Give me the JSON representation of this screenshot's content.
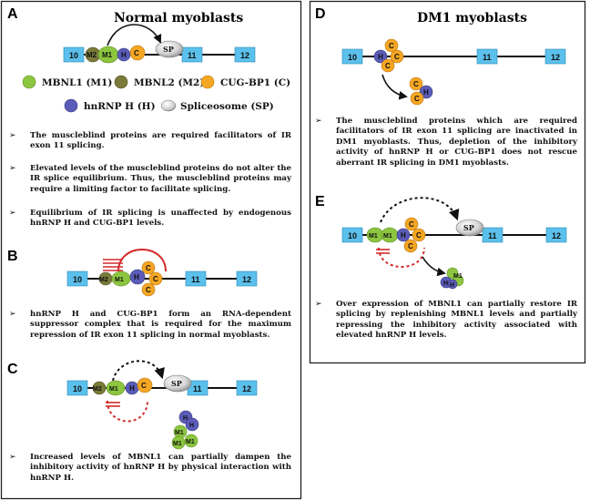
{
  "panels": {
    "A": {
      "letter": "A",
      "title": "Normal  myoblasts",
      "bullets": [
        "The muscleblind proteins are required facilitators of IR exon 11 splicing.",
        "Elevated levels of the muscleblind proteins do not alter the IR splice equilibrium. Thus, the muscleblind proteins may require a limiting factor to facilitate splicing.",
        "Equilibrium of IR splicing is unaffected by endogenous hnRNP H and CUG-BP1 levels."
      ]
    },
    "B": {
      "letter": "B",
      "bullets": [
        "hnRNP H and CUG-BP1 form an RNA-dependent suppressor complex that is required for the maximum repression of IR exon 11 splicing in normal myoblasts."
      ]
    },
    "C": {
      "letter": "C",
      "bullets": [
        "Increased levels of MBNL1 can partially dampen the inhibitory activity of hnRNP H by physical interaction with hnRNP H."
      ]
    },
    "D": {
      "letter": "D",
      "title": "DM1 myoblasts",
      "bullets": [
        "The muscleblind proteins which are required facilitators of IR exon 11 splicing are inactivated in DM1 myoblasts. Thus, depletion of the inhibitory activity of hnRNP H or CUG-BP1 does not rescue aberrant IR splicing in DM1 myoblasts."
      ]
    },
    "E": {
      "letter": "E",
      "bullets": [
        "Over expression of MBNL1 can partially restore IR splicing by replenishing MBNL1 levels and partially repressing the inhibitory activity associated with elevated hnRNP H levels."
      ]
    }
  },
  "bullet_symbol": "➢",
  "exons": [
    "10",
    "11",
    "12"
  ],
  "proteins": {
    "m1": "M1",
    "m2": "M2",
    "h": "H",
    "c": "C",
    "sp": "SP"
  },
  "legend": {
    "mbnl1": "MBNL1  (M1)",
    "mbnl2": "MBNL2  (M2)",
    "cugbp1": "CUG-BP1  (C)",
    "hnrnph": "hnRNP H  (H)",
    "spliceosome": "Spliceosome (SP)"
  },
  "colors": {
    "exon": "#5bc0eb",
    "mbnl1": "#8cc63f",
    "mbnl2": "#7a7a3a",
    "cugbp1": "#f5a623",
    "hnrnph": "#5a5cb8",
    "suppressor": "#d42a2a",
    "spliceosome": "#d9d9d9"
  }
}
